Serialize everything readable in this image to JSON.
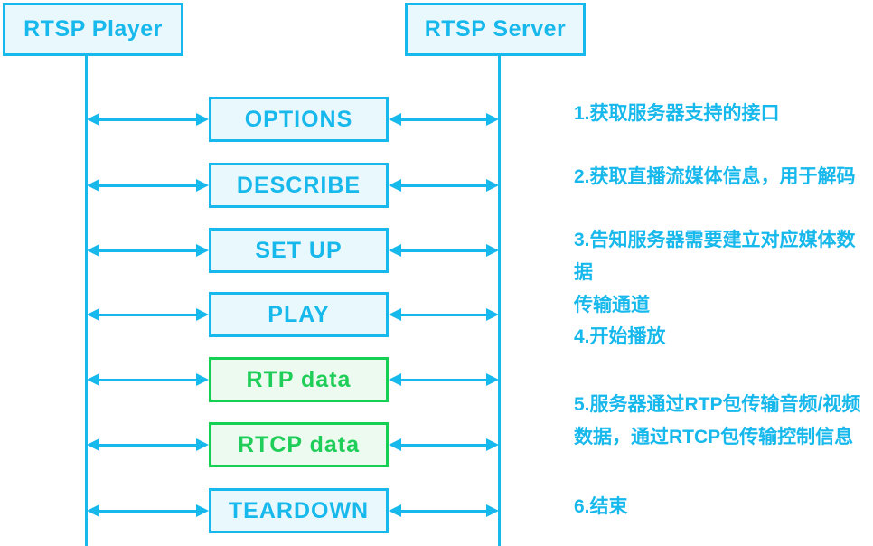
{
  "colors": {
    "cyan_stroke": "#17B8EC",
    "cyan_fill": "#E9F8FD",
    "green_stroke": "#15D053",
    "green_fill": "#ECFAF0",
    "background": "#FFFFFF"
  },
  "actors": [
    {
      "label": "RTSP Player"
    },
    {
      "label": "RTSP Server"
    }
  ],
  "rows": [
    {
      "label": "OPTIONS",
      "color": "cyan"
    },
    {
      "label": "DESCRIBE",
      "color": "cyan"
    },
    {
      "label": "SET UP",
      "color": "cyan"
    },
    {
      "label": "PLAY",
      "color": "cyan"
    },
    {
      "label": "RTP data",
      "color": "green"
    },
    {
      "label": "RTCP data",
      "color": "green"
    },
    {
      "label": "TEARDOWN",
      "color": "cyan"
    }
  ],
  "annotations": [
    {
      "text": "1.获取服务器支持的接口"
    },
    {
      "text": "2.获取直播流媒体信息，用于解码"
    },
    {
      "text": "3.告知服务器需要建立对应媒体数据\n传输通道"
    },
    {
      "text": "4.开始播放"
    },
    {
      "text": "5.服务器通过RTP包传输音频/视频\n数据，通过RTCP包传输控制信息"
    },
    {
      "text": "6.结束"
    }
  ]
}
